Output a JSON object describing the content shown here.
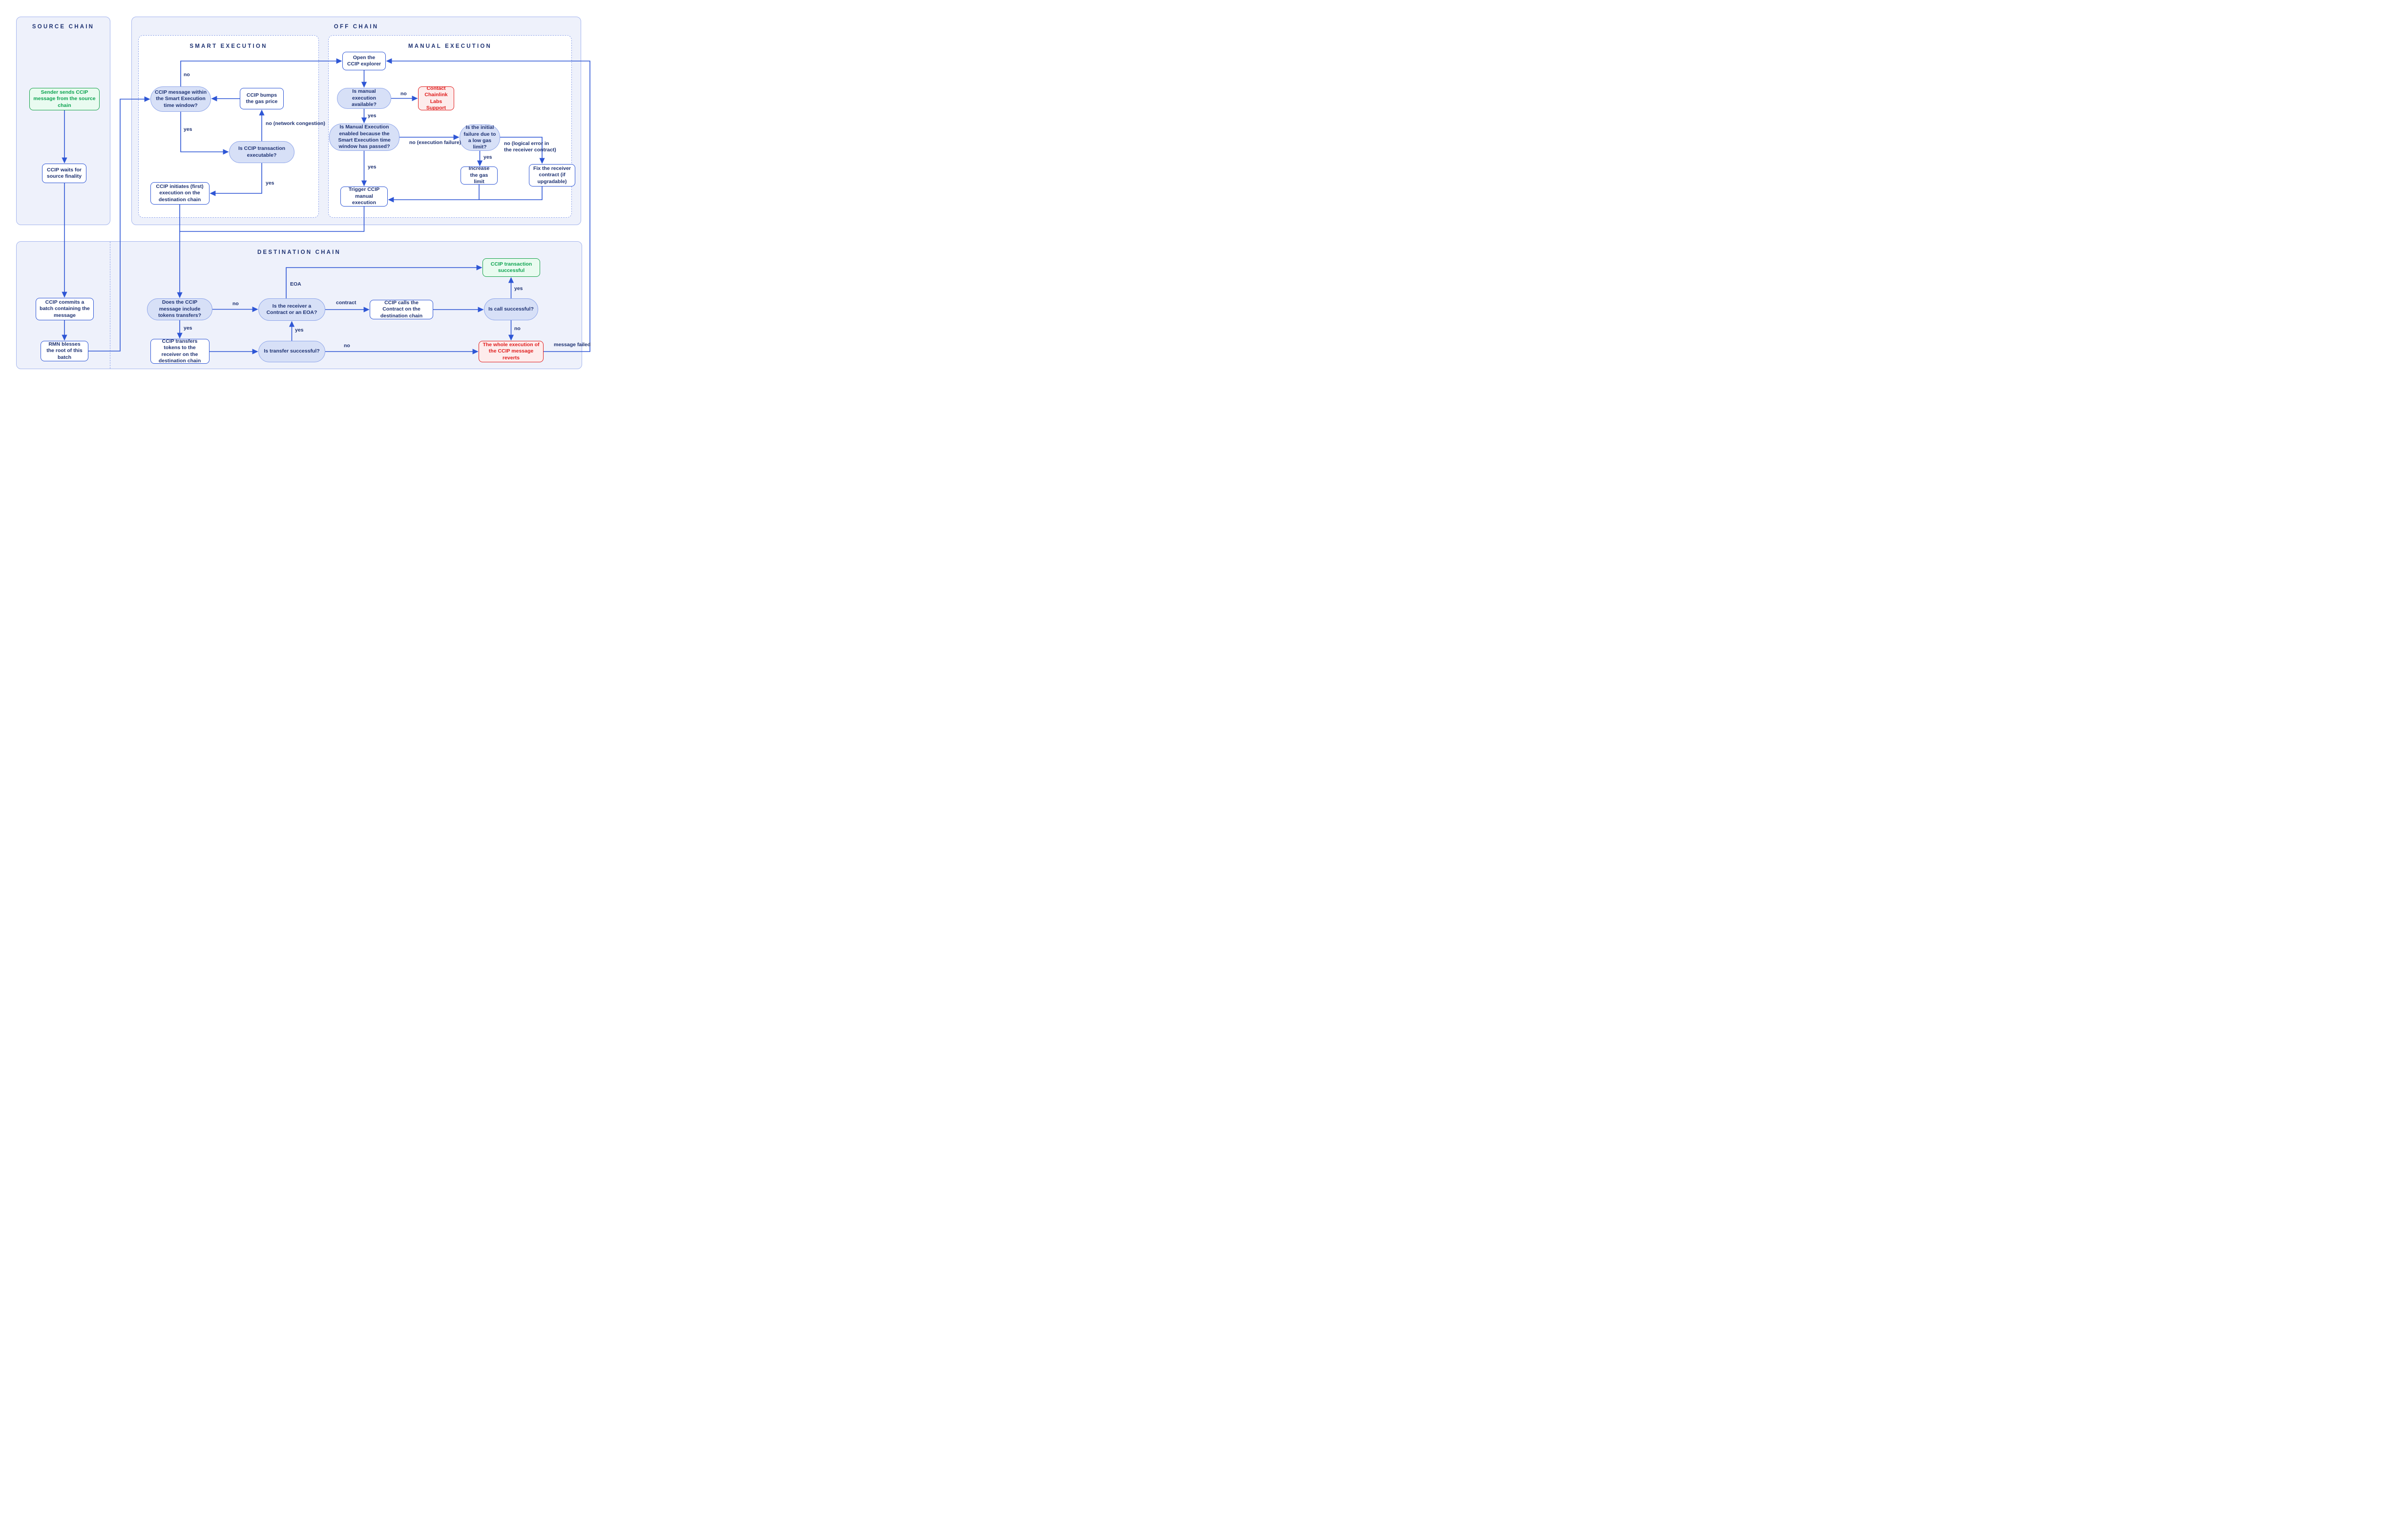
{
  "panels": {
    "source": {
      "title": "SOURCE CHAIN"
    },
    "offchain": {
      "title": "OFF CHAIN"
    },
    "smart": {
      "title": "SMART EXECUTION"
    },
    "manual": {
      "title": "MANUAL EXECUTION"
    },
    "destination": {
      "title": "DESTINATION CHAIN"
    }
  },
  "nodes": {
    "sender": {
      "text": "Sender sends CCIP message from the source chain"
    },
    "waits": {
      "text": "CCIP waits for source finality"
    },
    "commits": {
      "text": "CCIP commits a batch containing the message"
    },
    "rmn": {
      "text": "RMN blesses the root of this batch"
    },
    "within_window": {
      "text": "CCIP message within the Smart Execution time window?"
    },
    "bumps": {
      "text": "CCIP bumps the gas price"
    },
    "executable": {
      "text": "Is CCIP transaction executable?"
    },
    "initiates": {
      "text": "CCIP initiates (first) execution on the destination chain"
    },
    "open_explorer": {
      "text": "Open the CCIP explorer"
    },
    "available": {
      "text": "Is manual execution available?"
    },
    "contact": {
      "text": "Contact Chainlink Labs Support"
    },
    "enabled": {
      "text": "Is Manual Execution enabled because the Smart Execution time window has passed?"
    },
    "initial_failure": {
      "text": "Is the initial failure due to a low gas limit?"
    },
    "increase": {
      "text": "Increase the gas limit"
    },
    "fix": {
      "text": "Fix the receiver contract (if upgradable)"
    },
    "trigger": {
      "text": "Trigger CCIP manual execution"
    },
    "include_transfers": {
      "text": "Does the CCIP message include tokens transfers?"
    },
    "receiver_type": {
      "text": "Is the receiver a Contract or an EOA?"
    },
    "calls_contract": {
      "text": "CCIP calls the Contract on the destination chain"
    },
    "call_ok": {
      "text": "Is call successful?"
    },
    "tx_success": {
      "text": "CCIP transaction successful"
    },
    "transfers_tokens": {
      "text": "CCIP transfers tokens to the receiver on the destination chain"
    },
    "transfer_ok": {
      "text": "Is transfer successful?"
    },
    "reverts": {
      "text": "The whole execution of the CCIP message reverts"
    }
  },
  "edge_labels": {
    "no_top": {
      "text": "no"
    },
    "yes_window": {
      "text": "yes"
    },
    "no_congestion": {
      "text": "no (network congestion)"
    },
    "yes_executable": {
      "text": "yes"
    },
    "no_available": {
      "text": "no"
    },
    "yes_available": {
      "text": "yes"
    },
    "no_exec_failure": {
      "text": "no (execution failure)"
    },
    "yes_enabled": {
      "text": "yes"
    },
    "yes_lowgas": {
      "text": "yes"
    },
    "no_logical": {
      "text": "no (logical error in\nthe receiver contract)"
    },
    "no_transfers": {
      "text": "no"
    },
    "yes_transfers": {
      "text": "yes"
    },
    "eoa": {
      "text": "EOA"
    },
    "contract": {
      "text": "contract"
    },
    "yes_transfer": {
      "text": "yes"
    },
    "no_transfer": {
      "text": "no"
    },
    "yes_call": {
      "text": "yes"
    },
    "no_call": {
      "text": "no"
    },
    "message_failed": {
      "text": "message failed"
    }
  },
  "colors": {
    "line": "#2e56d5",
    "navy": "#1e3272",
    "pill_fill": "#d7e0f7",
    "pill_border": "#8fa6ea",
    "box_border": "#2e56d5",
    "panel_fill": "#eef1fb",
    "panel_border": "#a5b6ee",
    "subpanel_border": "#93a7ec",
    "green_border": "#17a34a",
    "green_fill": "#e9fbf0",
    "green_text": "#0ca350",
    "red_border": "#e01d1d",
    "red_fill": "#fdecec",
    "red_text": "#e01d1d"
  }
}
